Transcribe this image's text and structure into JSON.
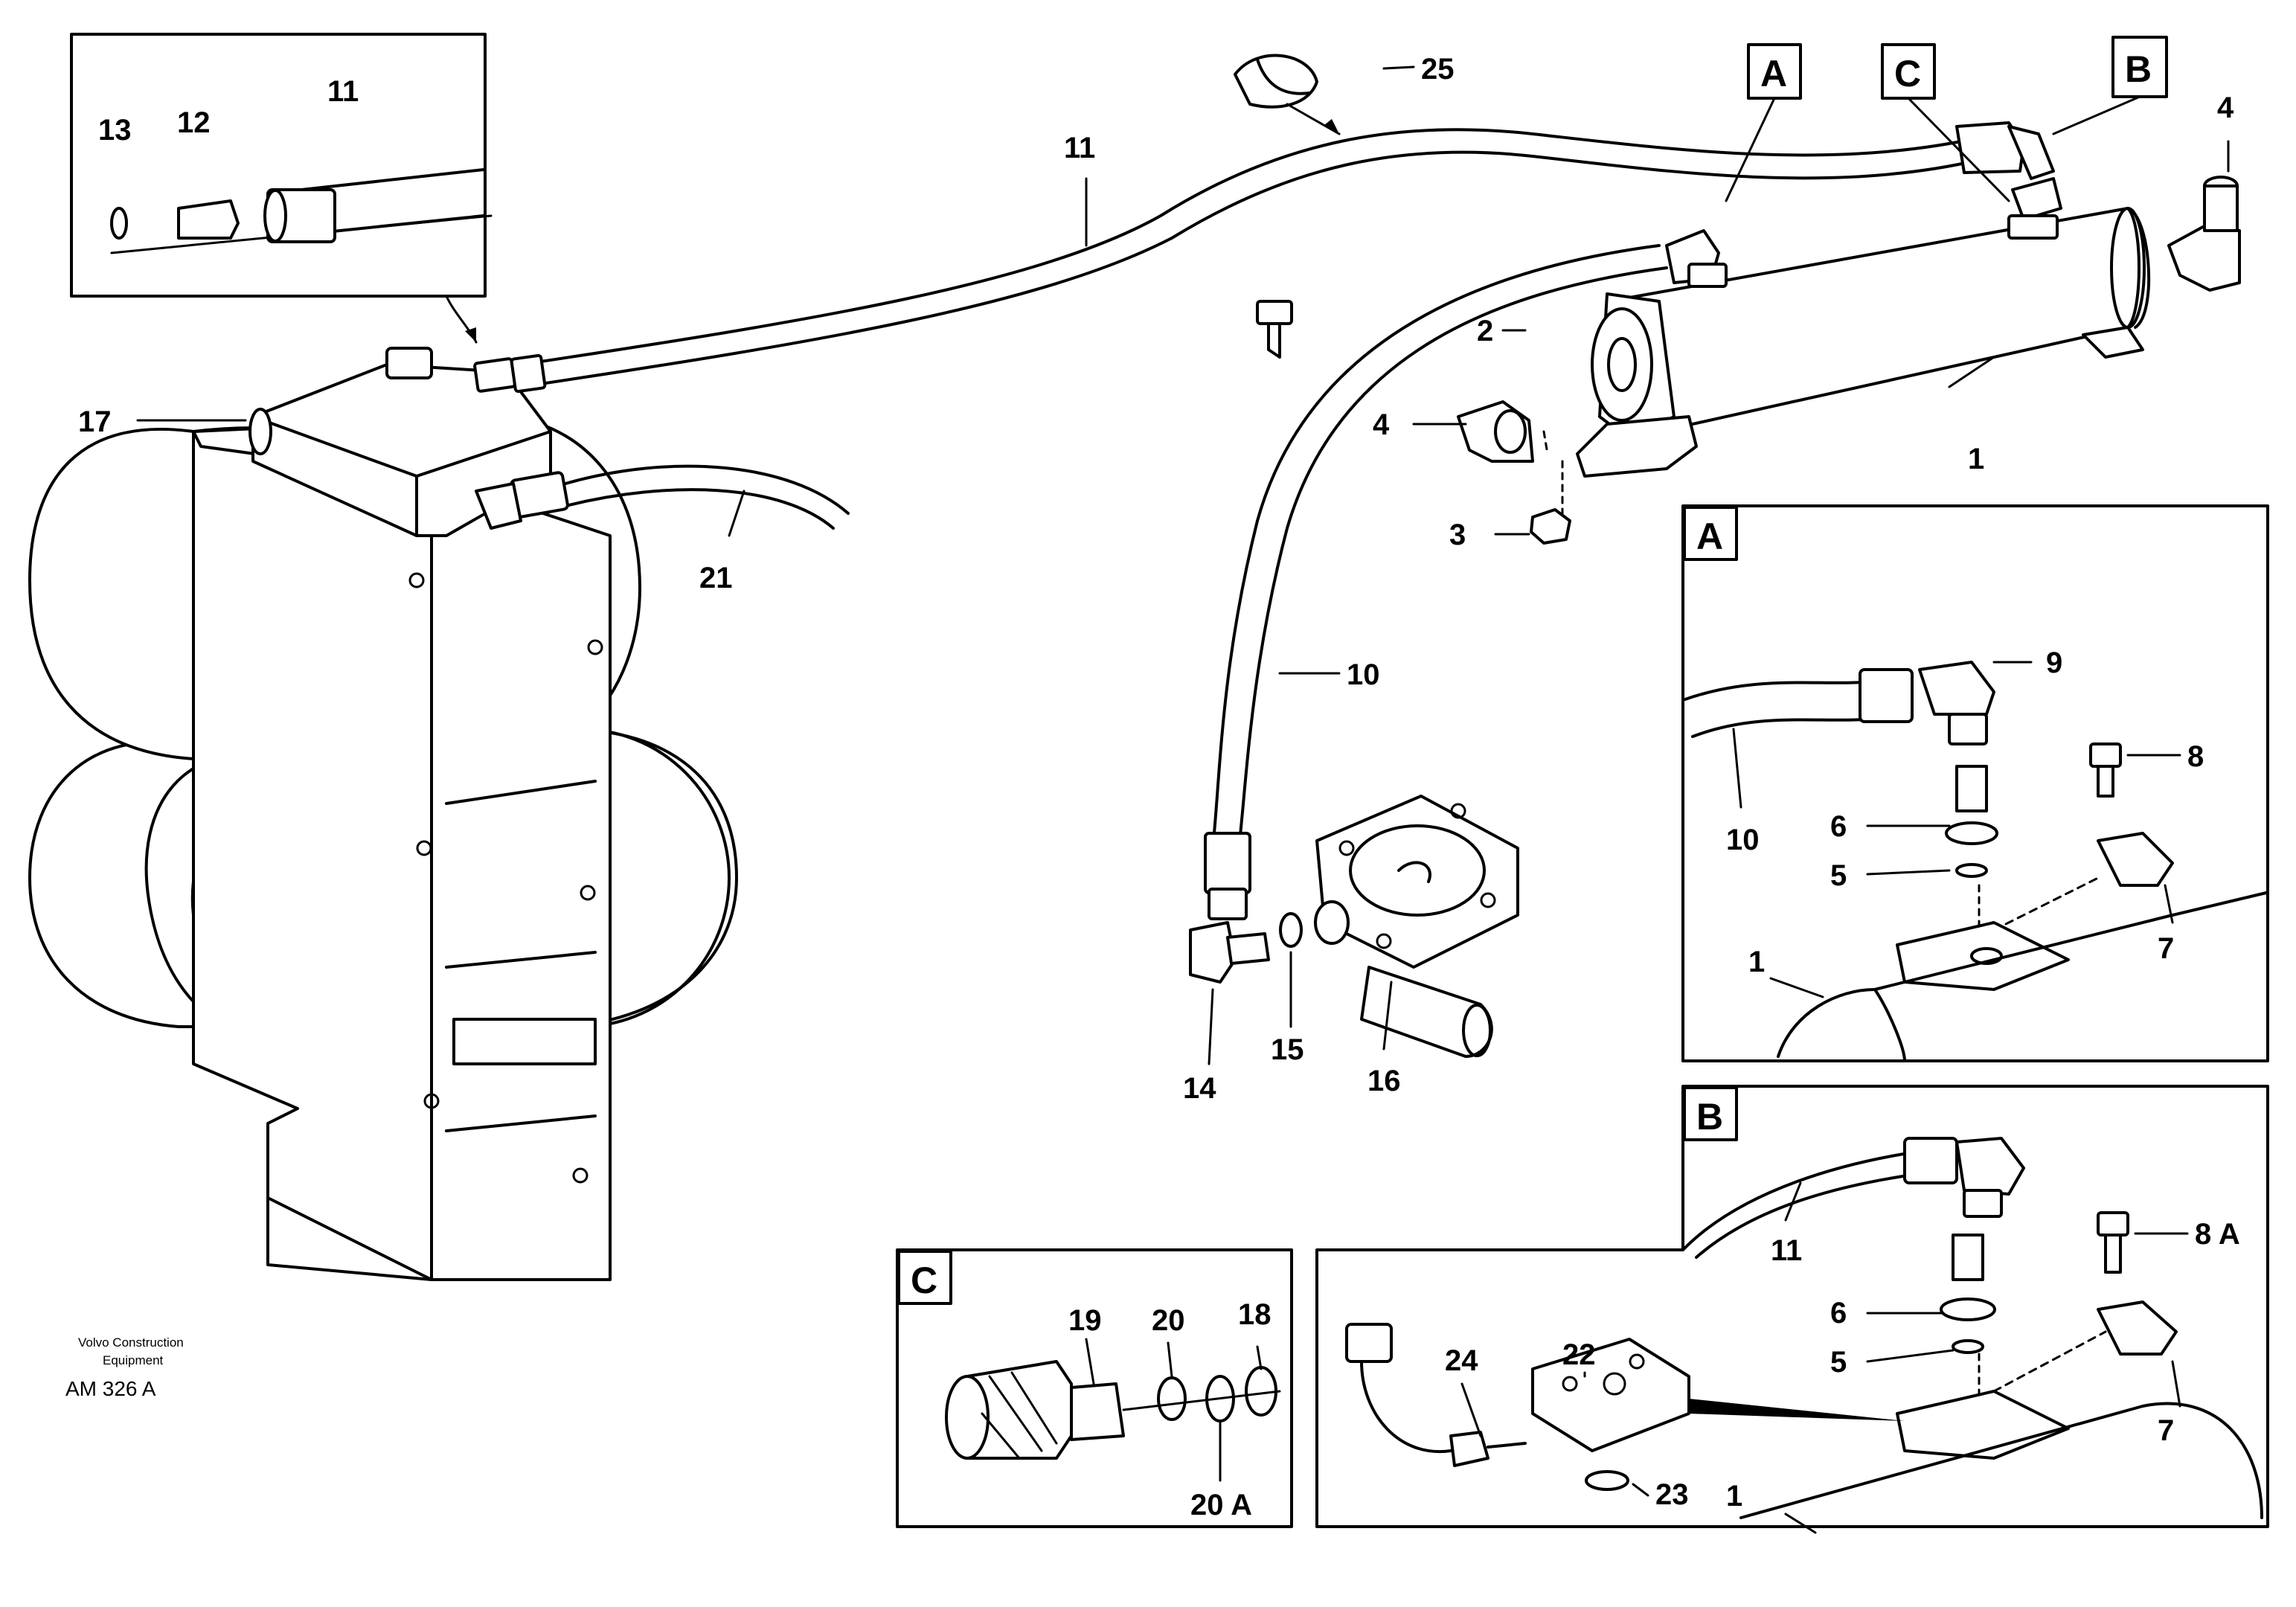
{
  "callouts": {
    "c1": "1",
    "c2": "2",
    "c3": "3",
    "c4a": "4",
    "c4b": "4",
    "c10": "10",
    "c11": "11",
    "c14": "14",
    "c15": "15",
    "c16": "16",
    "c17": "17",
    "c21": "21",
    "c25": "25"
  },
  "inset_top": {
    "c11": "11",
    "c12": "12",
    "c13": "13"
  },
  "detail_a": {
    "letter": "A",
    "c1": "1",
    "c5": "5",
    "c6": "6",
    "c7": "7",
    "c8": "8",
    "c9": "9",
    "c10": "10"
  },
  "detail_b": {
    "letter": "B",
    "c1": "1",
    "c5": "5",
    "c6": "6",
    "c7": "7",
    "c8a": "8 A",
    "c11": "11",
    "c22": "22",
    "c23": "23",
    "c24": "24"
  },
  "detail_c": {
    "letter": "C",
    "c18": "18",
    "c19": "19",
    "c20": "20",
    "c20a": "20 A"
  },
  "view_tags": {
    "a": "A",
    "b": "B",
    "c": "C"
  },
  "credit": {
    "line1": "Volvo Construction",
    "line2": "Equipment",
    "code": "AM 326 A"
  },
  "colors": {
    "ink": "#000000",
    "paper": "#ffffff"
  }
}
